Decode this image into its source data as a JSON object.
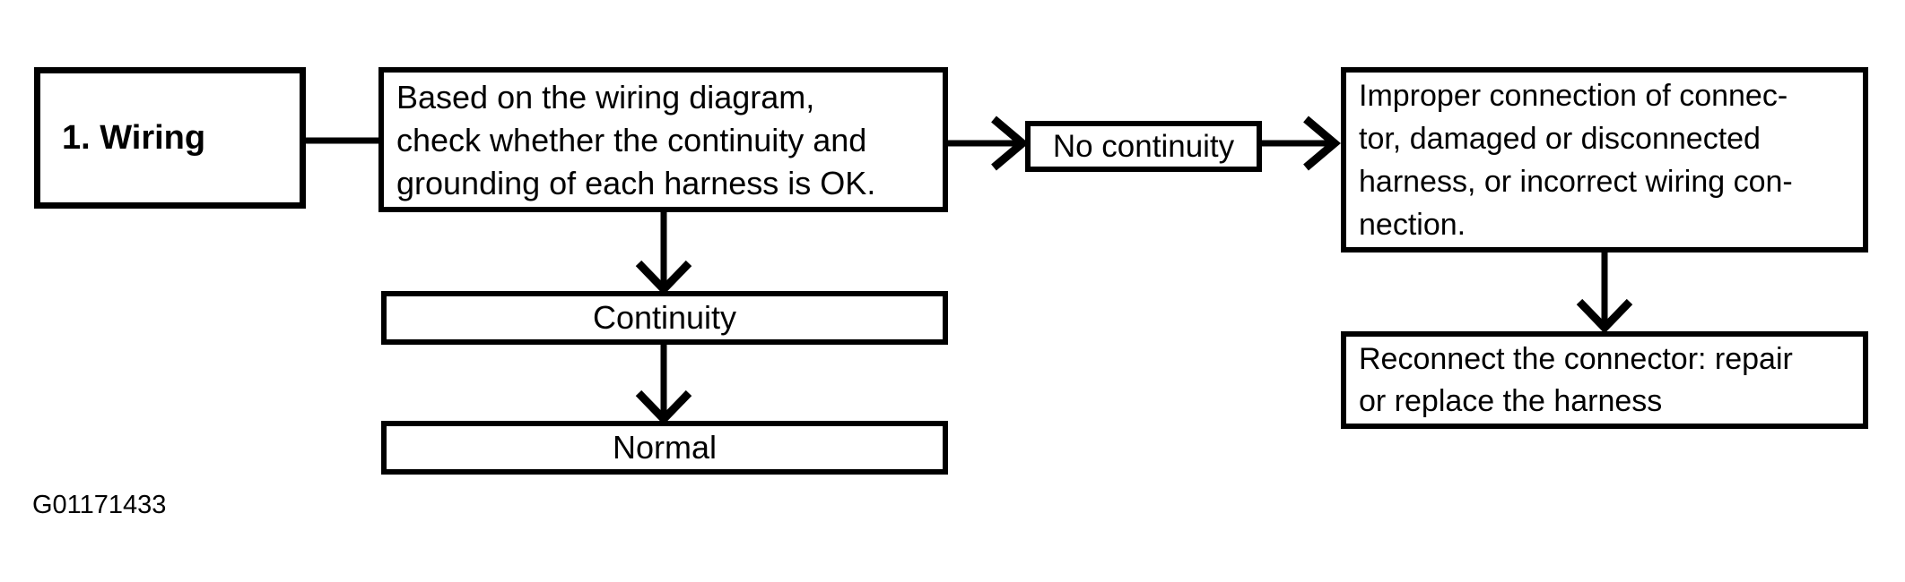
{
  "figure": {
    "id_label": "G01171433"
  },
  "colors": {
    "ink": "#000000",
    "paper": "#ffffff"
  },
  "nodes": {
    "step": {
      "label": "1. Wiring"
    },
    "check": {
      "text": "Based on the wiring diagram,\ncheck whether the continuity and\ngrounding of each harness is OK."
    },
    "no_continuity": {
      "label": "No continuity"
    },
    "improper": {
      "text": "Improper connection of connec-\ntor, damaged or disconnected\nharness, or incorrect wiring con-\nnection."
    },
    "reconnect": {
      "text": "Reconnect the connector: repair\nor replace the harness"
    },
    "continuity": {
      "label": "Continuity"
    },
    "normal": {
      "label": "Normal"
    }
  },
  "edges": [
    {
      "from": "step",
      "to": "check",
      "style": "plain-line"
    },
    {
      "from": "check",
      "to": "no_continuity",
      "style": "arrow"
    },
    {
      "from": "no_continuity",
      "to": "improper",
      "style": "arrow"
    },
    {
      "from": "improper",
      "to": "reconnect",
      "style": "arrow"
    },
    {
      "from": "check",
      "to": "continuity",
      "style": "arrow"
    },
    {
      "from": "continuity",
      "to": "normal",
      "style": "arrow"
    }
  ]
}
